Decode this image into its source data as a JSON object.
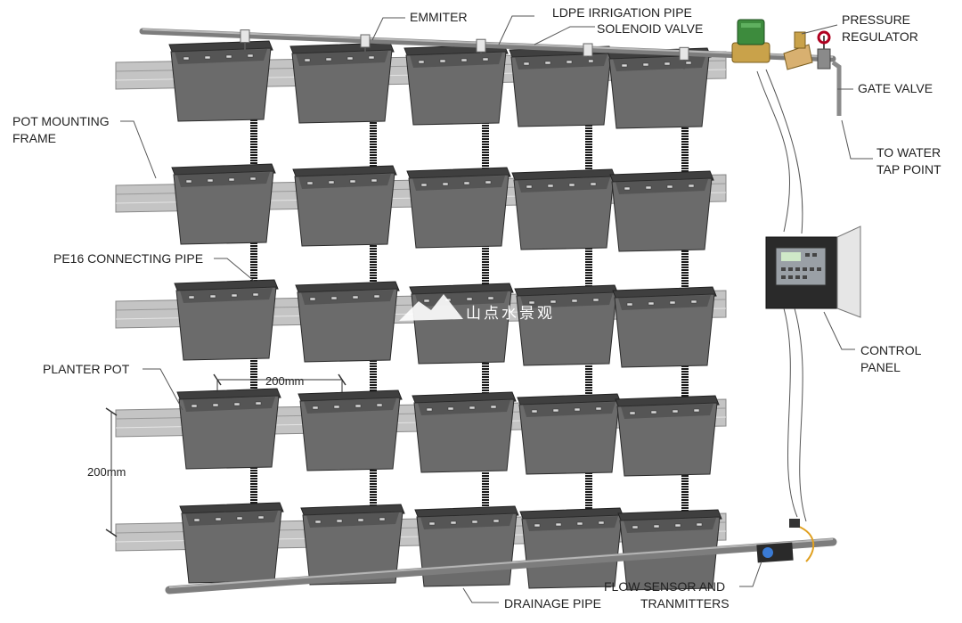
{
  "labels": {
    "emitter": "EMMITER",
    "ldpe_pipe": "LDPE IRRIGATION PIPE",
    "solenoid_valve": "SOLENOID VALVE",
    "pressure_regulator_1": "PRESSURE",
    "pressure_regulator_2": "REGULATOR",
    "gate_valve": "GATE VALVE",
    "water_tap_1": "TO WATER",
    "water_tap_2": "TAP POINT",
    "pot_frame_1": "POT MOUNTING",
    "pot_frame_2": "FRAME",
    "pe16_pipe": "PE16 CONNECTING PIPE",
    "planter_pot": "PLANTER POT",
    "control_panel_1": "CONTROL",
    "control_panel_2": "PANEL",
    "drainage_pipe": "DRAINAGE PIPE",
    "flow_sensor_1": "FLOW SENSOR AND",
    "flow_sensor_2": "TRANMITTERS"
  },
  "dimensions": {
    "horizontal": "200mm",
    "vertical": "200mm"
  },
  "watermark": "山点水景观",
  "grid": {
    "rows": 5,
    "columns": 5
  },
  "colors": {
    "pot": "#6b6b6b",
    "pot_dark": "#3f3f3f",
    "rail": "#c4c4c4",
    "pipe": "#8a8a8a",
    "hose": "#1a1a1a",
    "valve_brass": "#c9a24a",
    "solenoid_green": "#3d8b3d"
  }
}
